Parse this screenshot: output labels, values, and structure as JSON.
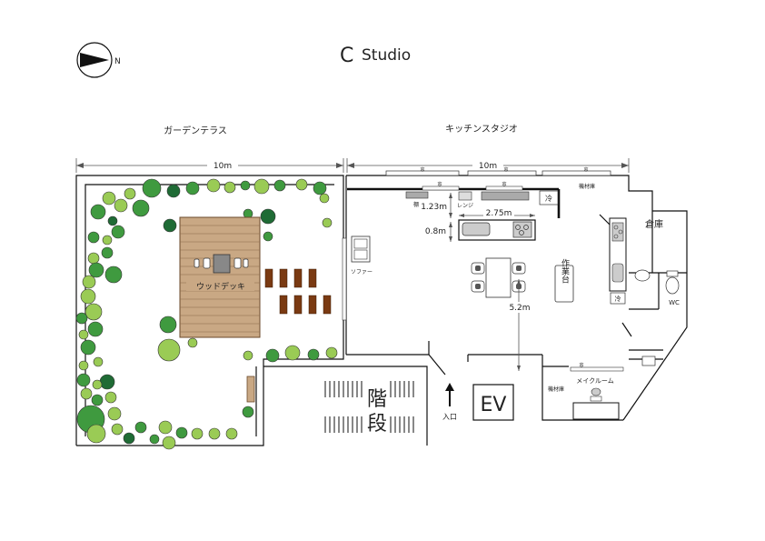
{
  "header": {
    "title_mark": "C",
    "title_text": "Studio",
    "compass_label": "N"
  },
  "areas": {
    "garden": "ガーデンテラス",
    "kitchen": "キッチンスタジオ"
  },
  "dimensions": {
    "garden_width": "10m",
    "kitchen_width": "10m",
    "counter_depth": "0.8m",
    "shelf_gap": "1.23m",
    "counter_length": "2.75m",
    "room_depth": "5.2m"
  },
  "labels": {
    "wood_deck": "ウッドデッキ",
    "sofa": "ソファー",
    "work_table": "作業台",
    "storeroom": "倉庫",
    "wc": "WC",
    "equipment1": "機材庫",
    "equipment2": "機材庫",
    "makeup_room": "メイクルーム",
    "shelf": "棚",
    "range": "レンジ",
    "window": "窓",
    "fridge": "冷",
    "entrance": "入口",
    "stairs_1": "階",
    "stairs_2": "段",
    "elevator": "EV"
  },
  "colors": {
    "tree_dark": "#1f6b35",
    "tree_mid": "#3f9a3f",
    "tree_light": "#9acb55",
    "deck": "#c9a884",
    "bench": "#7a3a12"
  }
}
